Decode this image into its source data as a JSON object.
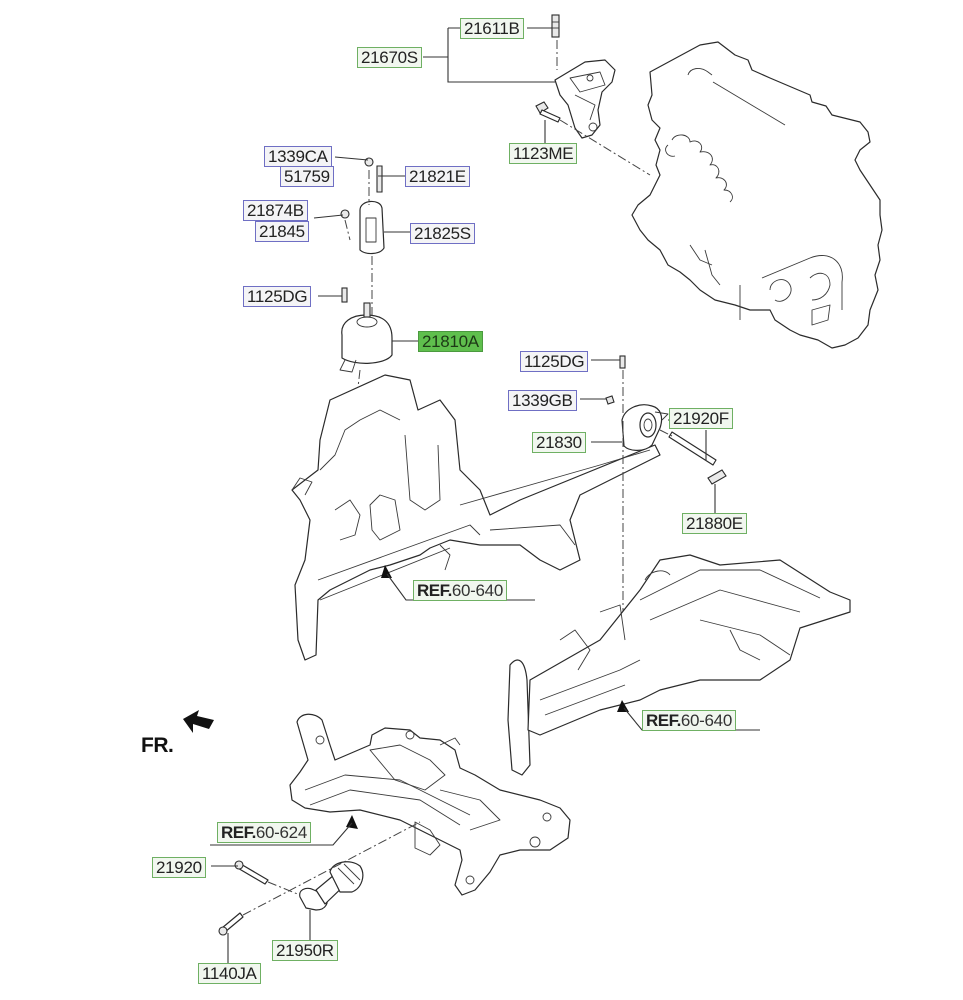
{
  "diagram": {
    "type": "exploded-parts-diagram",
    "subject": "Engine mounting assembly",
    "direction_indicator": {
      "label": "FR.",
      "icon": "front-direction-arrow-icon"
    },
    "label_colors": {
      "green_border": "#6fb063",
      "blue_border": "#6f6fc4",
      "highlight_fill": "#5fbf4d"
    },
    "labels": {
      "p21611B": {
        "text": "21611B",
        "style": "green"
      },
      "p21670S": {
        "text": "21670S",
        "style": "green"
      },
      "p1123ME": {
        "text": "1123ME",
        "style": "green"
      },
      "p1339CA": {
        "text": "1339CA",
        "style": "blue"
      },
      "p51759": {
        "text": "51759",
        "style": "blue"
      },
      "p21821E": {
        "text": "21821E",
        "style": "blue"
      },
      "p21874B": {
        "text": "21874B",
        "style": "blue"
      },
      "p21845": {
        "text": "21845",
        "style": "blue"
      },
      "p21825S": {
        "text": "21825S",
        "style": "blue"
      },
      "p1125DG_left": {
        "text": "1125DG",
        "style": "blue"
      },
      "p21810A": {
        "text": "21810A",
        "style": "highlighted"
      },
      "p1125DG_right": {
        "text": "1125DG",
        "style": "blue"
      },
      "p1339GB": {
        "text": "1339GB",
        "style": "blue"
      },
      "p21920F": {
        "text": "21920F",
        "style": "green"
      },
      "p21830": {
        "text": "21830",
        "style": "green"
      },
      "p21880E": {
        "text": "21880E",
        "style": "green"
      },
      "p21920": {
        "text": "21920",
        "style": "green"
      },
      "p21950R": {
        "text": "21950R",
        "style": "green"
      },
      "p1140JA": {
        "text": "1140JA",
        "style": "green"
      }
    },
    "references": {
      "ref_left_rail": {
        "prefix": "REF.",
        "number": "60-640"
      },
      "ref_right_rail": {
        "prefix": "REF.",
        "number": "60-640"
      },
      "ref_subframe": {
        "prefix": "REF.",
        "number": "60-624"
      }
    },
    "components": [
      "engine-block",
      "engine-bracket",
      "engine-mount-bracket",
      "engine-mount-insulator",
      "transmission-mount",
      "left-side-member",
      "right-side-member",
      "front-subframe",
      "roll-rod-mount"
    ]
  }
}
